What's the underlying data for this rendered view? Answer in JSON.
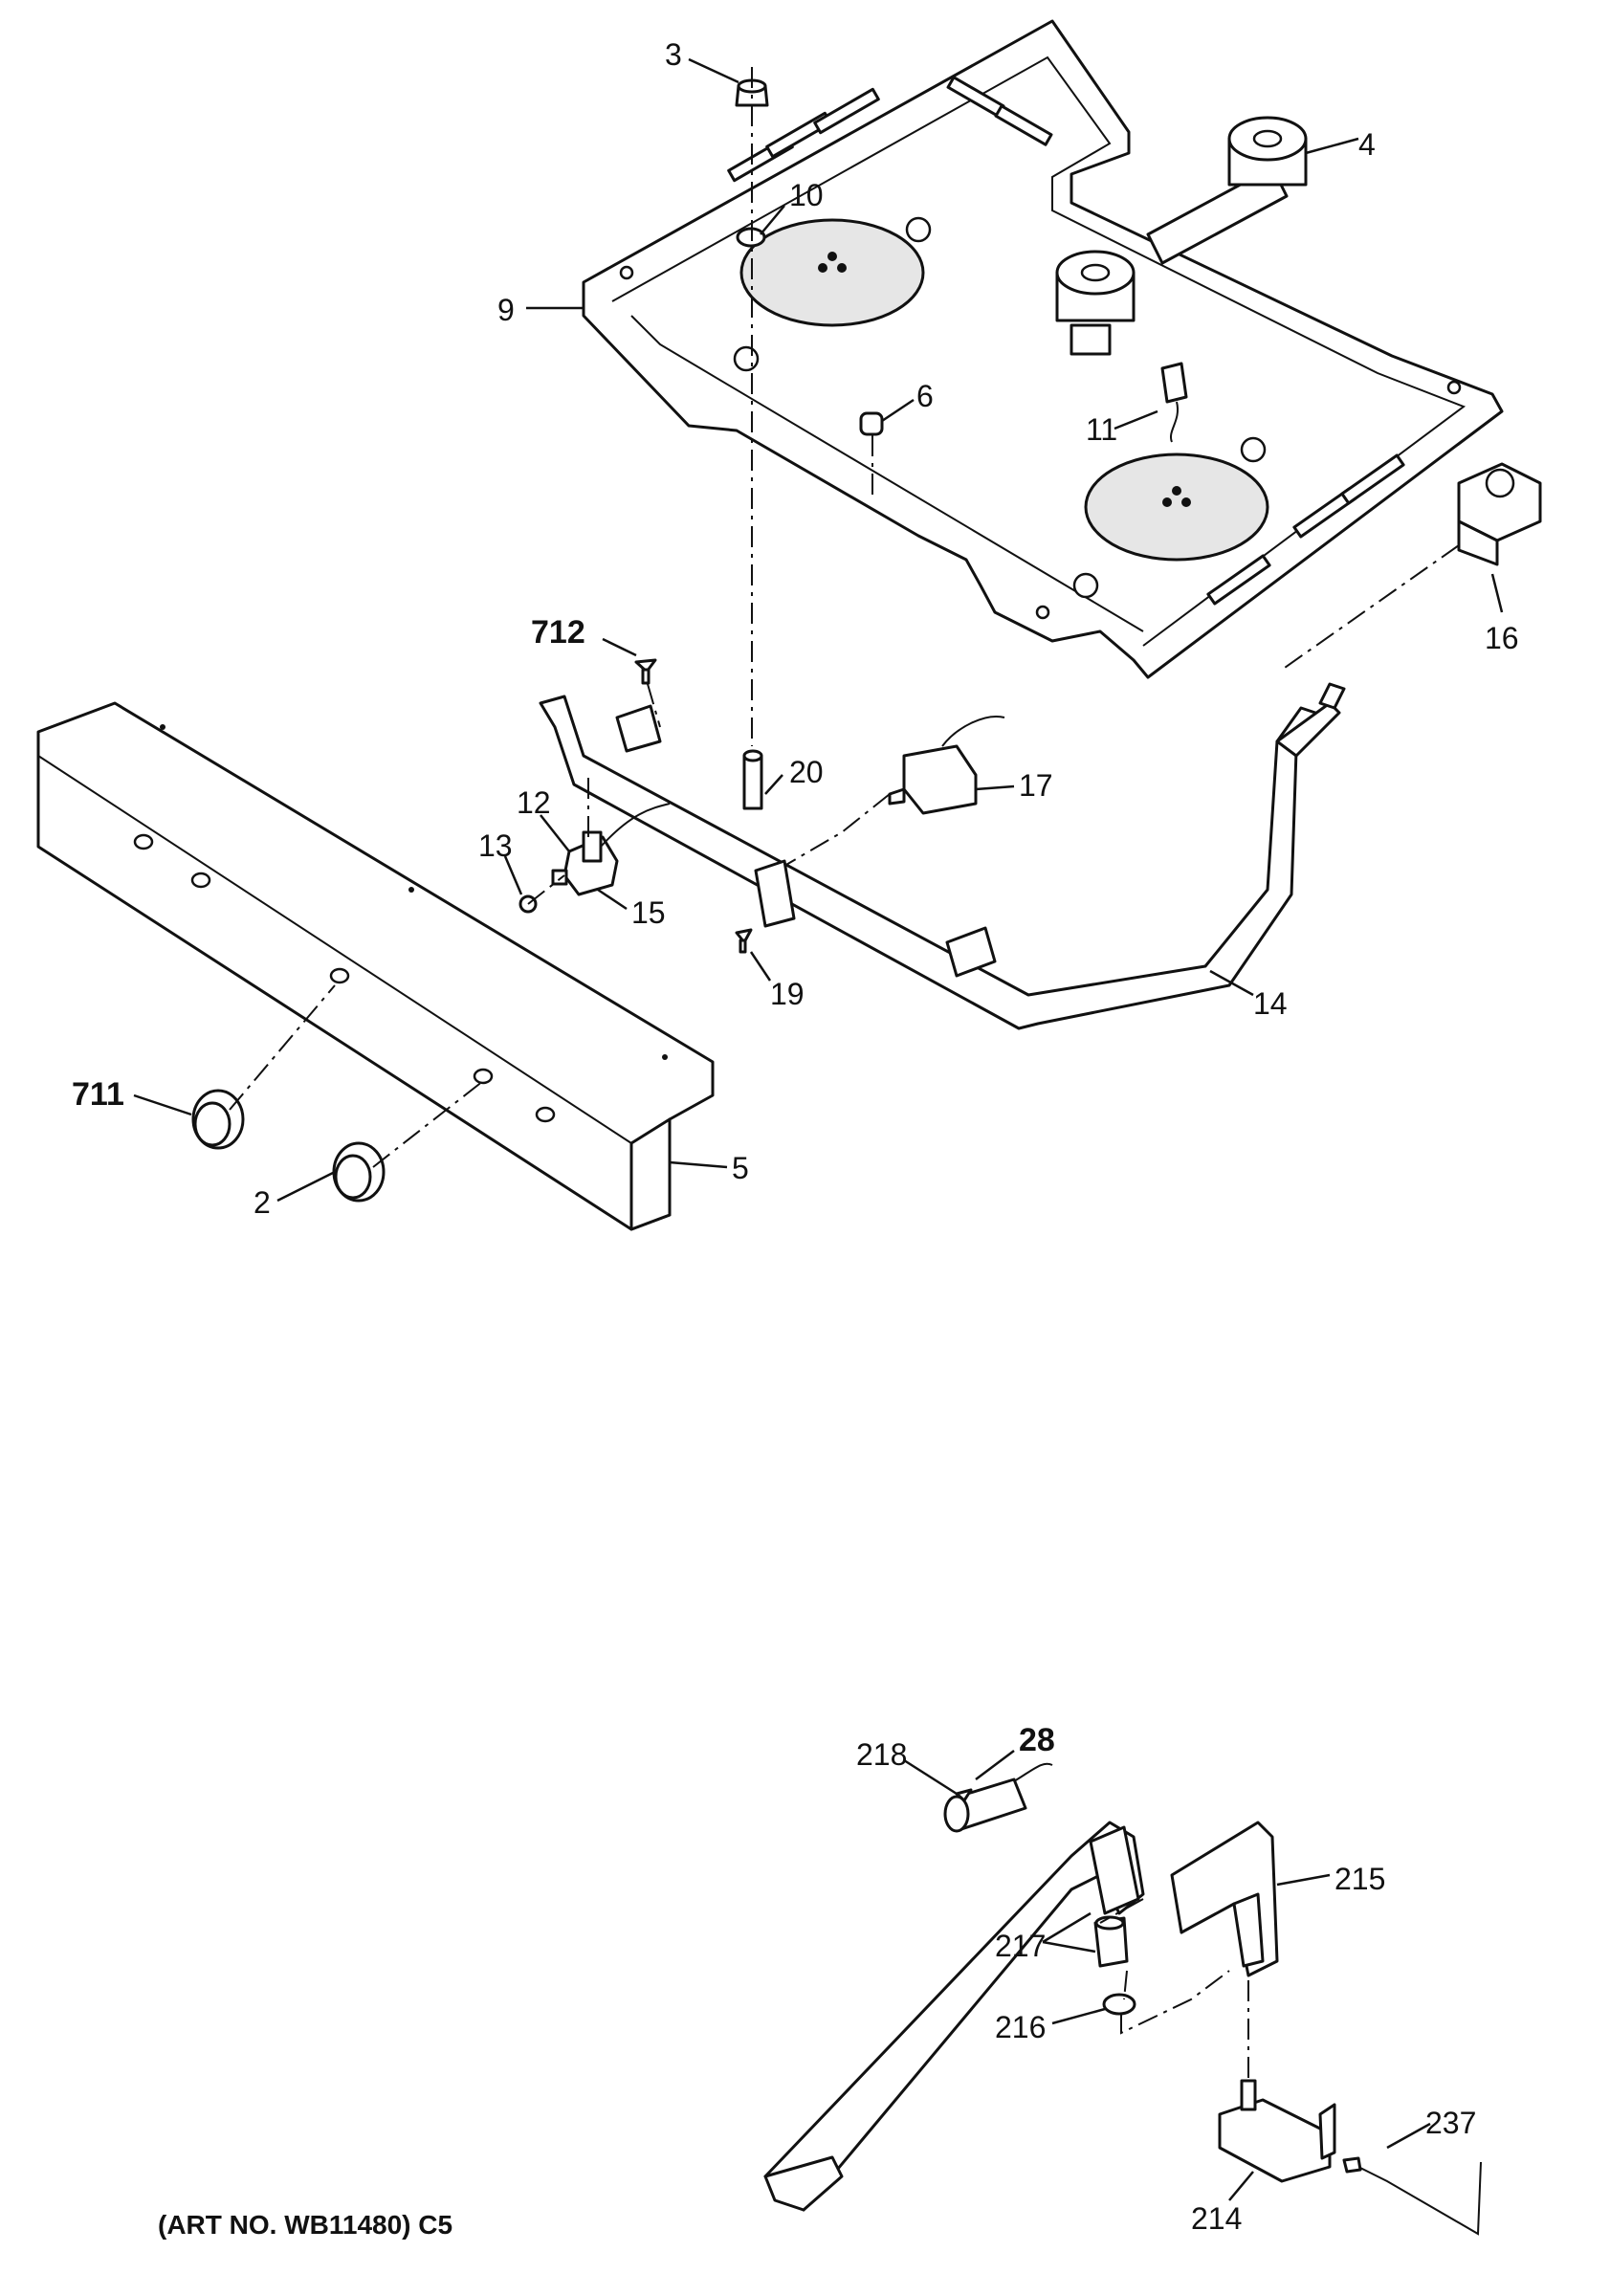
{
  "labels": {
    "l3": "3",
    "l4": "4",
    "l10": "10",
    "l9": "9",
    "l6": "6",
    "l11": "11",
    "l16": "16",
    "l712": "712",
    "l20": "20",
    "l17": "17",
    "l12": "12",
    "l13": "13",
    "l15": "15",
    "l19": "19",
    "l14": "14",
    "l711": "711",
    "l5": "5",
    "l2": "2",
    "l28": "28",
    "l218": "218",
    "l215": "215",
    "l217": "217",
    "l216": "216",
    "l237": "237",
    "l214": "214"
  },
  "caption": "(ART NO. WB11480) C5"
}
